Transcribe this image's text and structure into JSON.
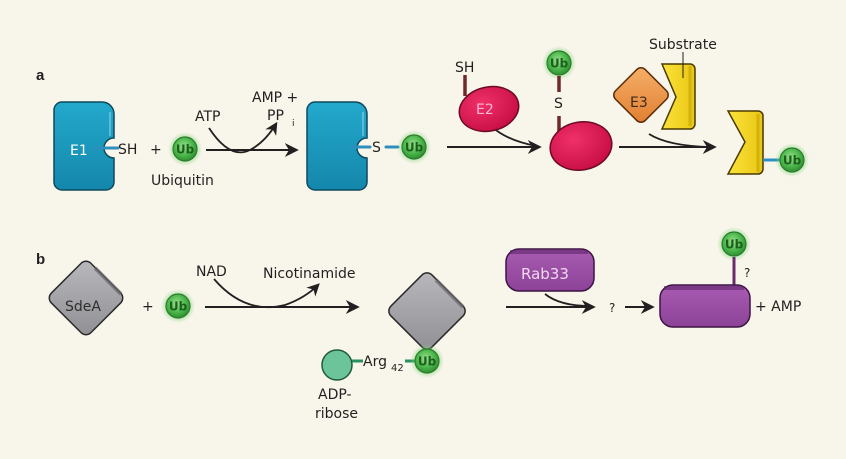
{
  "colors": {
    "background": "#f8f5ea",
    "e1_blue": "#1a9bbd",
    "e2_red": "#e0134f",
    "e3_orange": "#ef9a4e",
    "substrate_yellow": "#f5d81e",
    "ub_green": "#4cb84c",
    "sdea_gray": "#a9a9ad",
    "rab33_purple": "#9c4fa6",
    "adp_ribose_green": "#6cc59a",
    "linker_brown": "#6e2a2a",
    "linker_blue": "#2d8fbf"
  },
  "panel_a": {
    "label": "a",
    "e1": {
      "name": "E1",
      "thiol": "SH"
    },
    "plus": "+",
    "ubiquitin": {
      "badge": "Ub",
      "caption": "Ubiquitin"
    },
    "step1": {
      "input": "ATP",
      "output_line1": "AMP +",
      "output_line2": "PP",
      "output_sub": "i"
    },
    "e1_ub": {
      "thioester": "S",
      "badge": "Ub"
    },
    "e2": {
      "name": "E2",
      "thiol": "SH"
    },
    "e2_ub": {
      "thioester": "S",
      "badge": "Ub"
    },
    "e3": {
      "name": "E3",
      "substrate_label": "Substrate"
    },
    "product": {
      "badge": "Ub"
    }
  },
  "panel_b": {
    "label": "b",
    "sdea": {
      "name": "SdeA"
    },
    "plus": "+",
    "ubiquitin": {
      "badge": "Ub"
    },
    "step1": {
      "input": "NAD",
      "output": "Nicotinamide"
    },
    "adp_ribose": {
      "line1": "ADP-",
      "line2": "ribose"
    },
    "arg": {
      "text": "Arg",
      "sub": "42"
    },
    "sdea_ub": {
      "badge": "Ub"
    },
    "rab33": {
      "name": "Rab33"
    },
    "unknown_intermediate": "?",
    "product": {
      "badge": "Ub",
      "linkage": "?",
      "byproduct": "+ AMP"
    }
  }
}
